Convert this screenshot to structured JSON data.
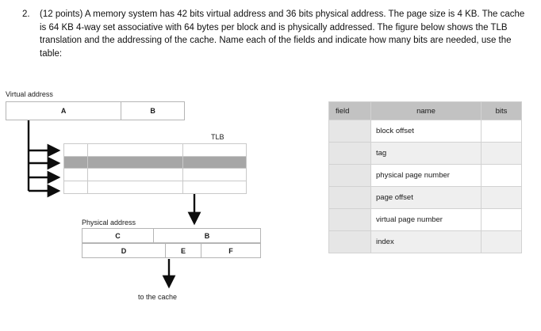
{
  "question": {
    "number": "2.",
    "text": "(12 points) A memory system has 42 bits virtual address and 36 bits physical address. The page size is 4 KB. The cache is 64 KB 4-way set associative with 64 bytes per block and is physically addressed. The figure below shows the TLB translation and the addressing of the cache. Name each of the fields and indicate how many bits are needed, use the table:"
  },
  "diagram": {
    "virtual_address": {
      "label": "Virtual address",
      "fields": [
        {
          "name": "A"
        },
        {
          "name": "B"
        }
      ]
    },
    "tlb": {
      "label": "TLB",
      "rows": [
        {
          "highlighted": false
        },
        {
          "highlighted": true
        },
        {
          "highlighted": false
        },
        {
          "highlighted": false
        }
      ]
    },
    "physical_address": {
      "label": "Physical address",
      "top_fields": [
        {
          "name": "C"
        },
        {
          "name": "B"
        }
      ],
      "bottom_fields": [
        {
          "name": "D"
        },
        {
          "name": "E"
        },
        {
          "name": "F"
        }
      ]
    },
    "cache_arrow_label": "to the cache"
  },
  "field_table": {
    "columns": [
      "field",
      "name",
      "bits"
    ],
    "rows": [
      {
        "field": "",
        "name": "block offset",
        "bits": ""
      },
      {
        "field": "",
        "name": "tag",
        "bits": ""
      },
      {
        "field": "",
        "name": "physical page number",
        "bits": ""
      },
      {
        "field": "",
        "name": "page offset",
        "bits": ""
      },
      {
        "field": "",
        "name": "virtual page number",
        "bits": ""
      },
      {
        "field": "",
        "name": "index",
        "bits": ""
      }
    ]
  },
  "colors": {
    "tlb_highlight": "#a6a6a6",
    "table_header": "#c2c2c2",
    "table_field_col": "#e6e6e6",
    "table_row_alt": "#efefef",
    "border": "#b5b5b5",
    "arrow": "#0d0d0d"
  }
}
